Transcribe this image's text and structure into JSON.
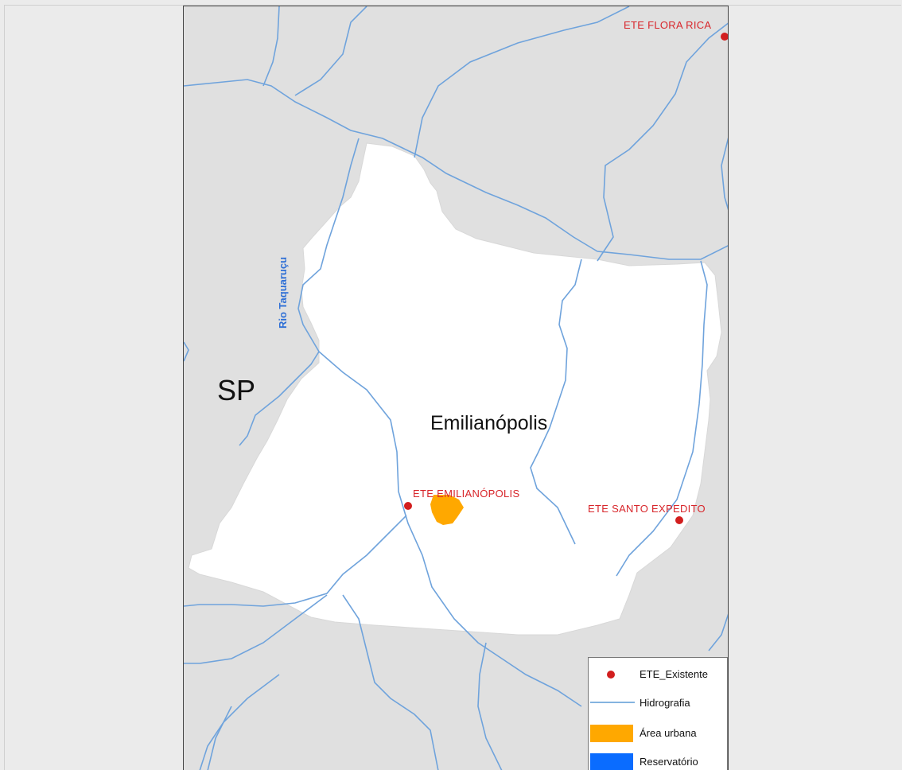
{
  "map": {
    "state_label": "SP",
    "municipality_label": "Emilianópolis",
    "river_label": "Rio Taquaruçu",
    "stations": [
      {
        "id": "flora-rica",
        "label": "ETE FLORA RICA"
      },
      {
        "id": "emilianopolis",
        "label": "ETE EMILIANÓPOLIS"
      },
      {
        "id": "santo-expedito",
        "label": "ETE SANTO EXPEDITO"
      }
    ]
  },
  "legend": {
    "items": [
      {
        "label": "ETE_Existente",
        "symbol": "red-dot-icon",
        "color": "#d21e1e"
      },
      {
        "label": "Hidrografia",
        "symbol": "blue-line-icon",
        "color": "#5b9bd5"
      },
      {
        "label": "Área urbana",
        "symbol": "orange-square-icon",
        "color": "#ffa800"
      },
      {
        "label": "Reservatório",
        "symbol": "blue-square-icon",
        "color": "#0a6cff"
      }
    ]
  },
  "colors": {
    "background_land": "#e0e0e0",
    "municipality_fill": "#ffffff",
    "river": "#6fa3dc",
    "station": "#d21e1e",
    "urban_area": "#ffa800",
    "station_label": "#d8262b",
    "river_label": "#2e6fd6"
  }
}
